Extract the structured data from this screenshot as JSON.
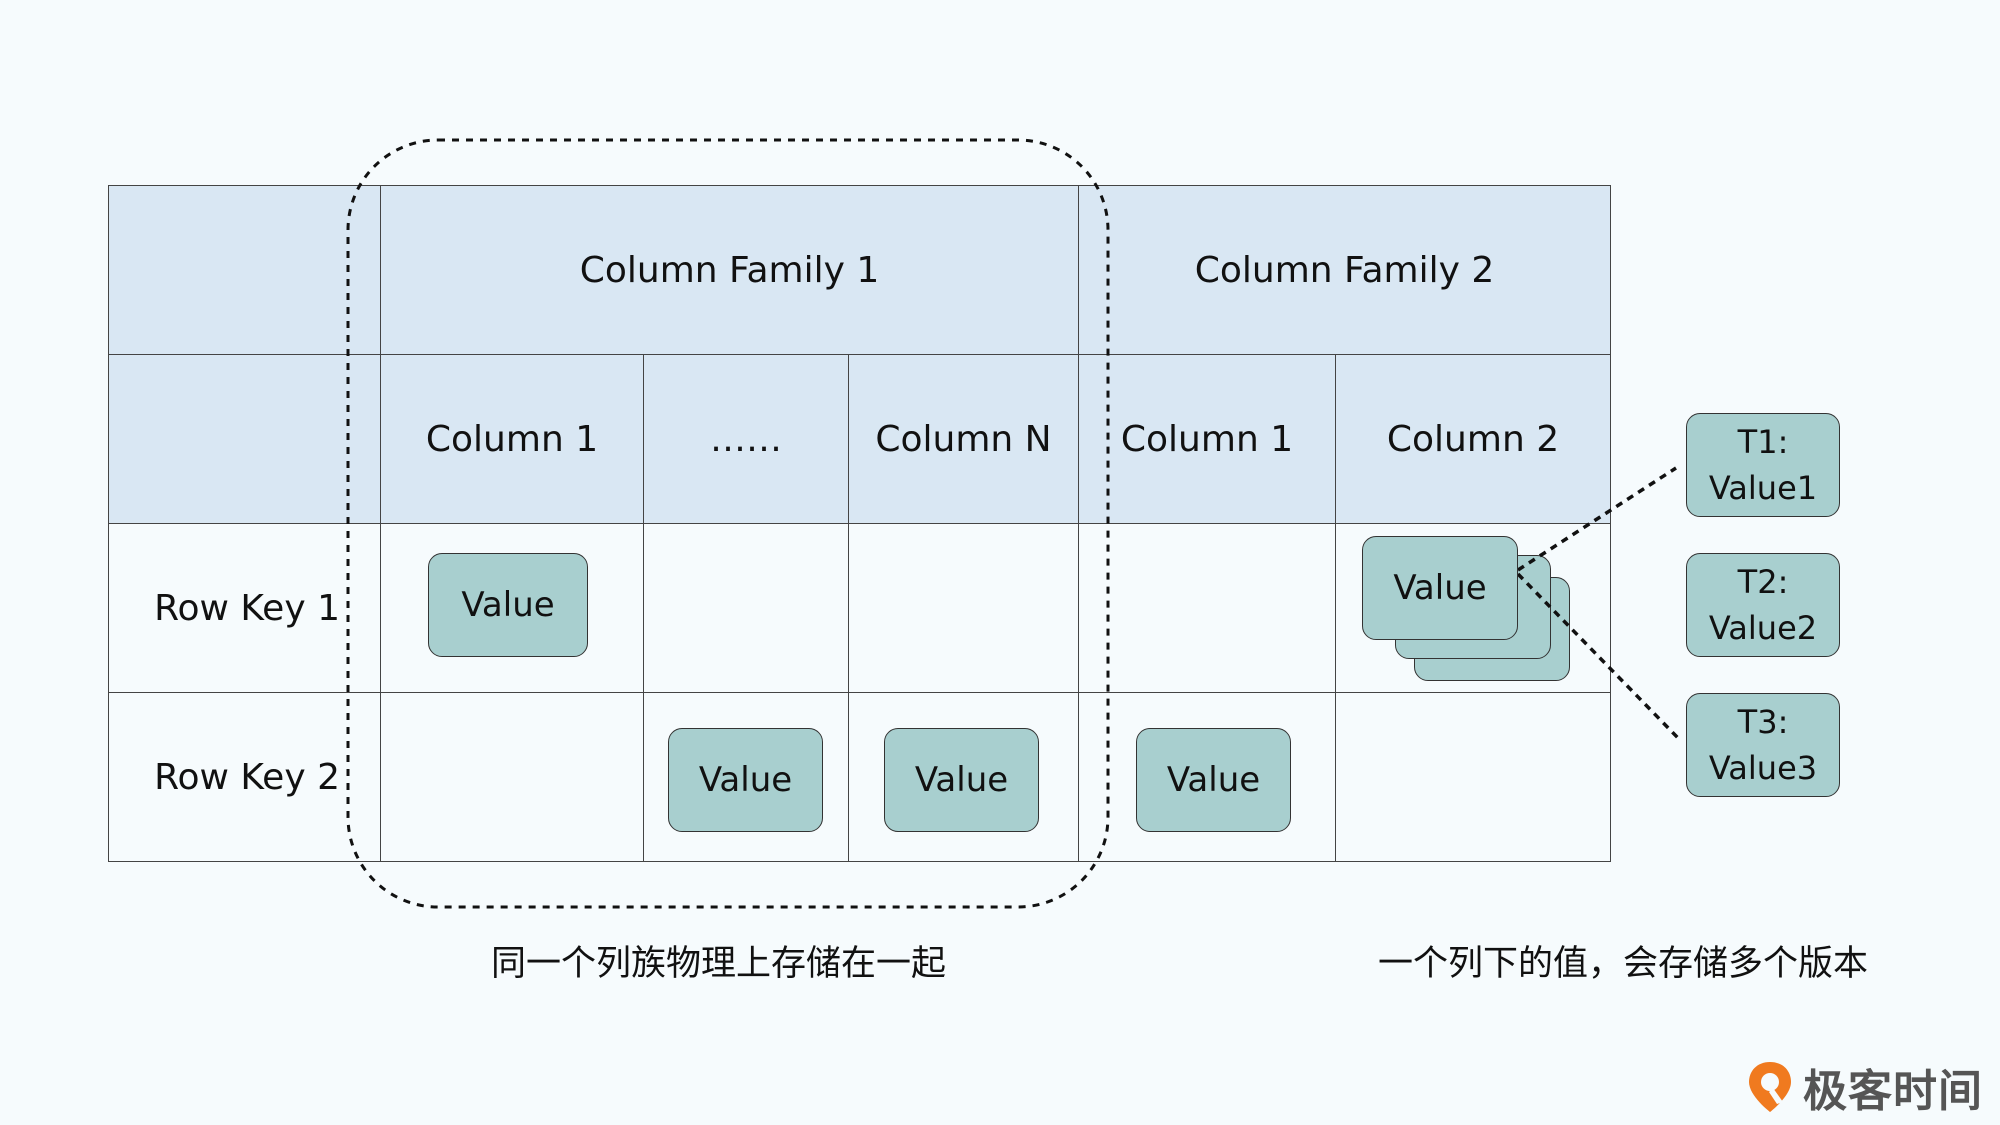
{
  "table": {
    "families": [
      "Column Family 1",
      "Column Family 2"
    ],
    "columns": [
      "Column 1",
      "……",
      "Column N",
      "Column 1",
      "Column 2"
    ],
    "rows": [
      "Row Key 1",
      "Row Key 2"
    ],
    "value_label": "Value"
  },
  "versions": [
    {
      "time": "T1:",
      "value": "Value1"
    },
    {
      "time": "T2:",
      "value": "Value2"
    },
    {
      "time": "T3:",
      "value": "Value3"
    }
  ],
  "captions": {
    "family": "同一个列族物理上存储在一起",
    "versions": "一个列下的值，会存储多个版本"
  },
  "brand": {
    "name": "极客时间",
    "accent": "#f07a1f"
  },
  "colors": {
    "header_fill": "#d9e7f3",
    "value_fill": "#a8cfcf"
  }
}
